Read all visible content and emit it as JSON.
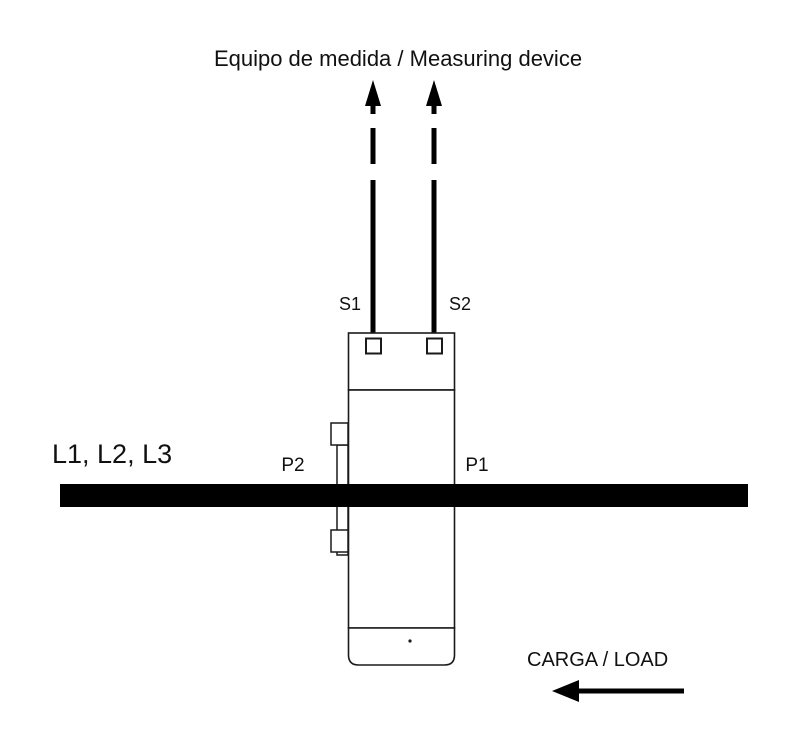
{
  "diagram": {
    "title": "Equipo de medida / Measuring device",
    "conductor_label": "L1, L2, L3",
    "terminals": {
      "s1": "S1",
      "s2": "S2",
      "p1": "P1",
      "p2": "P2"
    },
    "load_label": "CARGA / LOAD",
    "colors": {
      "ink": "#000000",
      "background": "#ffffff"
    }
  }
}
